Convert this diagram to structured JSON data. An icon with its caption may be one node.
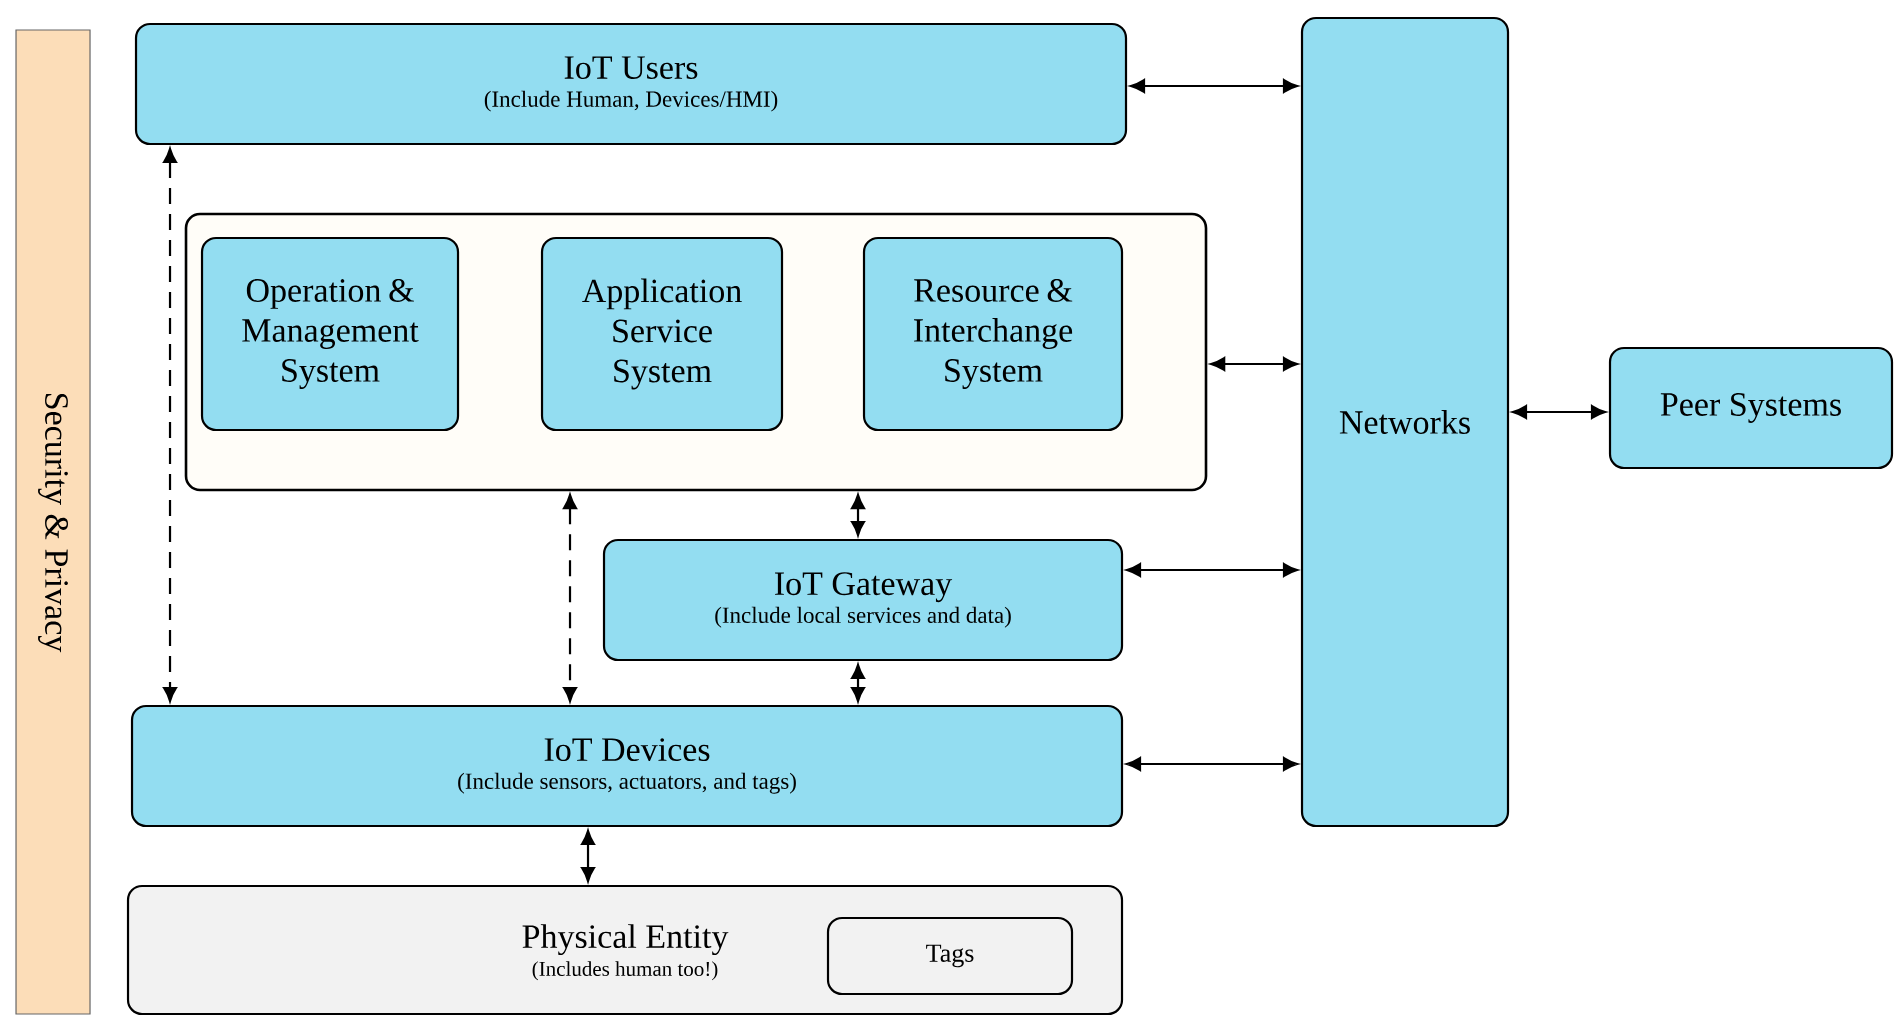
{
  "diagram": {
    "nodes": [
      {
        "text": [
          "Security & Privacy"
        ]
      },
      {
        "text": [
          "IoT Users",
          "(Include Human, Devices/HMI)"
        ]
      },
      {
        "text": [],
        "shape": "box"
      },
      {
        "text": [
          "Operation & Management System"
        ],
        "in": 2
      },
      {
        "text": [
          "Application Service System"
        ],
        "in": 2
      },
      {
        "text": [
          "Resource & Interchange System"
        ],
        "in": 2
      },
      {
        "text": [
          "IoT Gateway",
          "(Include local services and data)"
        ]
      },
      {
        "text": [
          "IoT Devices",
          "(Include sensors, actuators, and tags)"
        ]
      },
      {
        "text": [
          "Physical Entity",
          "(Includes human too!)"
        ]
      },
      {
        "text": [
          "Tags"
        ],
        "in": 8
      },
      {
        "text": [
          "Networks"
        ]
      },
      {
        "text": [
          "Peer Systems"
        ]
      }
    ],
    "edges": [
      {
        "from": 1,
        "to": 10,
        "arrow": "both"
      },
      {
        "from": 2,
        "to": 10,
        "arrow": "both"
      },
      {
        "from": 6,
        "to": 10,
        "arrow": "both"
      },
      {
        "from": 7,
        "to": 10,
        "arrow": "both"
      },
      {
        "from": 10,
        "to": 11,
        "arrow": "both"
      },
      {
        "from": 2,
        "to": 6,
        "arrow": "both"
      },
      {
        "from": 6,
        "to": 7,
        "arrow": "both"
      },
      {
        "from": 7,
        "to": 8,
        "arrow": "both"
      },
      {
        "from": 1,
        "to": 7,
        "arrow": "both",
        "style": "dashed"
      },
      {
        "from": 2,
        "to": 7,
        "arrow": "both",
        "style": "dashed"
      }
    ]
  }
}
